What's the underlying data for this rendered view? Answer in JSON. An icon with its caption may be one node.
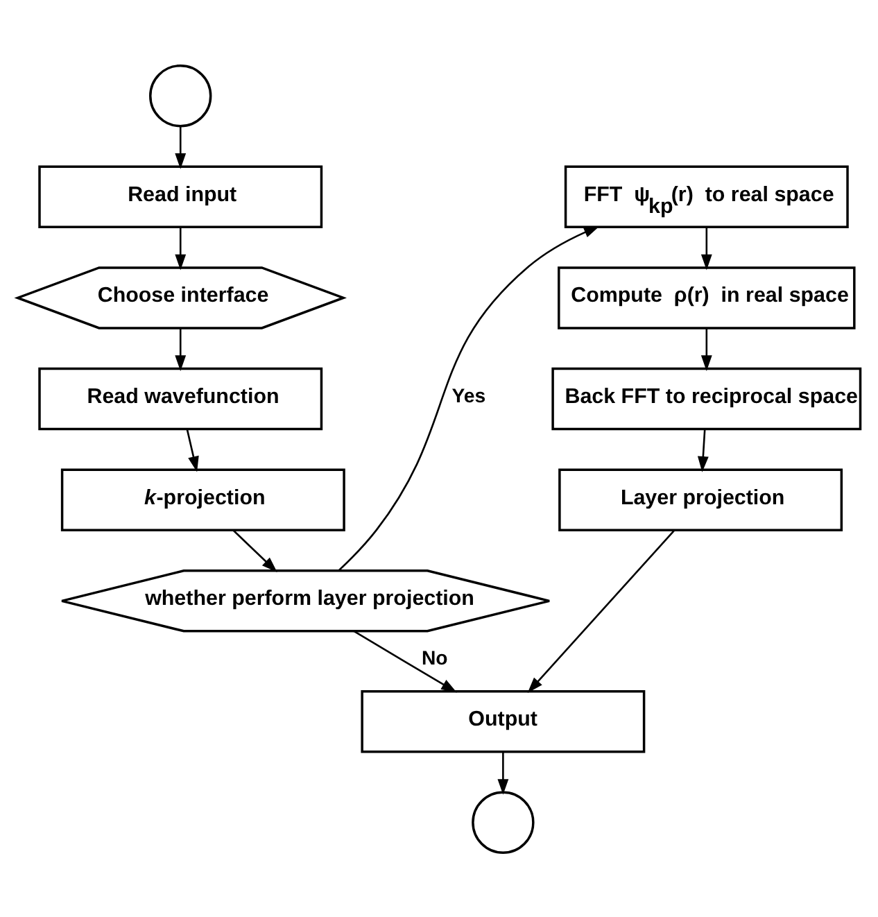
{
  "diagram": {
    "nodes": [
      {
        "text": [],
        "shape": "circle"
      },
      {
        "text": [
          "Read input"
        ]
      },
      {
        "text": [
          "Choose interface"
        ]
      },
      {
        "text": [
          "Read wavefunction"
        ]
      },
      {
        "text": [
          "*k*-projection"
        ]
      },
      {
        "text": [
          "whether perform layer projection"
        ]
      },
      {
        "text": [
          "Output"
        ]
      },
      {
        "text": [],
        "shape": "circle"
      },
      {
        "text": [
          "FFT  ψ$_{kp}$(r)  to real space"
        ]
      },
      {
        "text": [
          "Compute  ρ(r)  in real space"
        ]
      },
      {
        "text": [
          "Back FFT to reciprocal space"
        ]
      },
      {
        "text": [
          "Layer projection"
        ]
      }
    ],
    "edges": [
      {
        "from": 0,
        "to": 1,
        "arrow": "to"
      },
      {
        "from": 1,
        "to": 2,
        "arrow": "to"
      },
      {
        "from": 2,
        "to": 3,
        "arrow": "to"
      },
      {
        "from": 3,
        "to": 4,
        "arrow": "to"
      },
      {
        "from": 4,
        "to": 5,
        "arrow": "to"
      },
      {
        "from": 5,
        "to": 6,
        "arrow": "to",
        "label": "No"
      },
      {
        "from": 5,
        "to": 8,
        "arrow": "to",
        "label": "Yes"
      },
      {
        "from": 8,
        "to": 9,
        "arrow": "to"
      },
      {
        "from": 9,
        "to": 10,
        "arrow": "to"
      },
      {
        "from": 10,
        "to": 11,
        "arrow": "to"
      },
      {
        "from": 11,
        "to": 6,
        "arrow": "to"
      },
      {
        "from": 6,
        "to": 7,
        "arrow": "to"
      }
    ]
  }
}
